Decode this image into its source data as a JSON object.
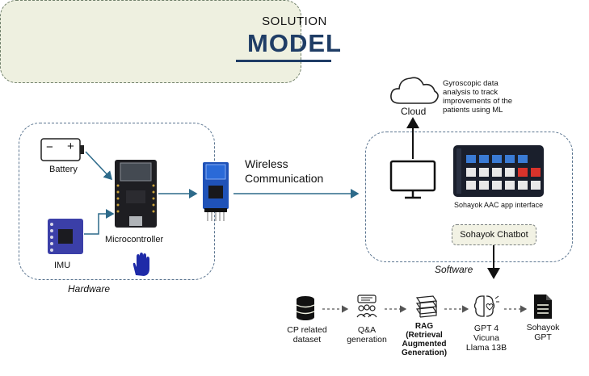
{
  "header": {
    "small_title": "SOLUTION",
    "big_title": "MODEL"
  },
  "hardware": {
    "panel_label": "Hardware",
    "battery_label": "Battery",
    "battery_minus": "−",
    "battery_plus": "+",
    "microcontroller_label": "Microcontroller",
    "imu_label": "IMU"
  },
  "wireless": {
    "line1": "Wireless",
    "line2": "Communication"
  },
  "cloud": {
    "label": "Cloud",
    "note": [
      "Gyroscopic data",
      "analysis to track",
      "improvements of the",
      "patients using ML"
    ]
  },
  "software": {
    "panel_label": "Software",
    "app_label": "Sohayok AAC app interface",
    "chatbot_label": "Sohayok Chatbot"
  },
  "pipeline": {
    "steps": [
      {
        "lines": [
          "CP related",
          "dataset"
        ]
      },
      {
        "lines": [
          "Q&A",
          "generation"
        ]
      },
      {
        "lines": [
          "RAG",
          "(Retrieval",
          "Augmented",
          "Generation)"
        ]
      },
      {
        "lines": [
          "GPT 4",
          "Vicuna",
          "Llama 13B"
        ]
      },
      {
        "lines": [
          "Sohayok",
          "GPT"
        ]
      }
    ]
  },
  "colors": {
    "title": "#1f3d66",
    "arrow": "#2d6a8a",
    "panel_border": "#5b7590",
    "pipeline_bg": "#eef0e0"
  },
  "icons": [
    "battery-icon",
    "microcontroller-icon",
    "imu-icon",
    "hand-icon",
    "bluetooth-module-icon",
    "cloud-icon",
    "monitor-icon",
    "database-icon",
    "people-icon",
    "stack-icon",
    "brain-icon",
    "document-icon"
  ]
}
